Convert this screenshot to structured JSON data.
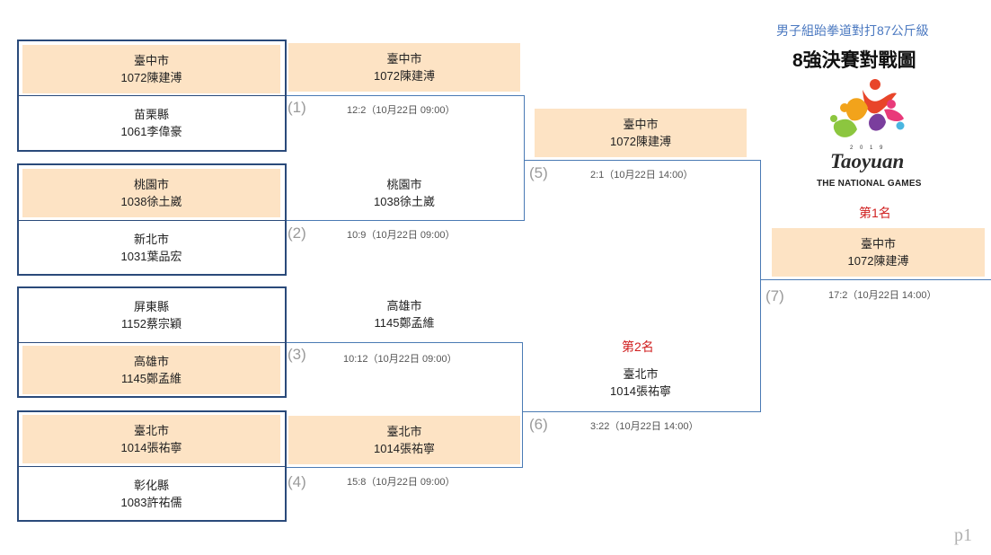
{
  "header": {
    "category": "男子組跆拳道對打87公斤級",
    "title": "8強決賽對戰圖"
  },
  "logo": {
    "year": "2 0 1 9",
    "wordmark": "Taoyuan",
    "subtitle": "THE NATIONAL GAMES"
  },
  "round1": [
    {
      "team": "臺中市",
      "player": "1072陳建溥"
    },
    {
      "team": "苗栗縣",
      "player": "1061李偉豪"
    },
    {
      "team": "桃園市",
      "player": "1038徐土崴"
    },
    {
      "team": "新北市",
      "player": "1031葉品宏"
    },
    {
      "team": "屏東縣",
      "player": "1152蔡宗穎"
    },
    {
      "team": "高雄市",
      "player": "1145鄭孟維"
    },
    {
      "team": "臺北市",
      "player": "1014張祐寧"
    },
    {
      "team": "彰化縣",
      "player": "1083許祐儒"
    }
  ],
  "round2": [
    {
      "team": "臺中市",
      "player": "1072陳建溥"
    },
    {
      "team": "桃園市",
      "player": "1038徐土崴"
    },
    {
      "team": "高雄市",
      "player": "1145鄭孟維"
    },
    {
      "team": "臺北市",
      "player": "1014張祐寧"
    }
  ],
  "round3": [
    {
      "team": "臺中市",
      "player": "1072陳建溥"
    },
    {
      "team": "臺北市",
      "player": "1014張祐寧"
    }
  ],
  "champion": {
    "team": "臺中市",
    "player": "1072陳建溥"
  },
  "ranks": {
    "first": "第1名",
    "second": "第2名"
  },
  "matches": [
    {
      "num": "(1)",
      "score": "12:2（10月22日 09:00）"
    },
    {
      "num": "(2)",
      "score": "10:9（10月22日 09:00）"
    },
    {
      "num": "(3)",
      "score": "10:12（10月22日 09:00）"
    },
    {
      "num": "(4)",
      "score": "15:8（10月22日 09:00）"
    },
    {
      "num": "(5)",
      "score": "2:1（10月22日 14:00）"
    },
    {
      "num": "(6)",
      "score": "3:22（10月22日 14:00）"
    },
    {
      "num": "(7)",
      "score": "17:2（10月22日 14:00）"
    }
  ],
  "page": {
    "number": "p1"
  }
}
